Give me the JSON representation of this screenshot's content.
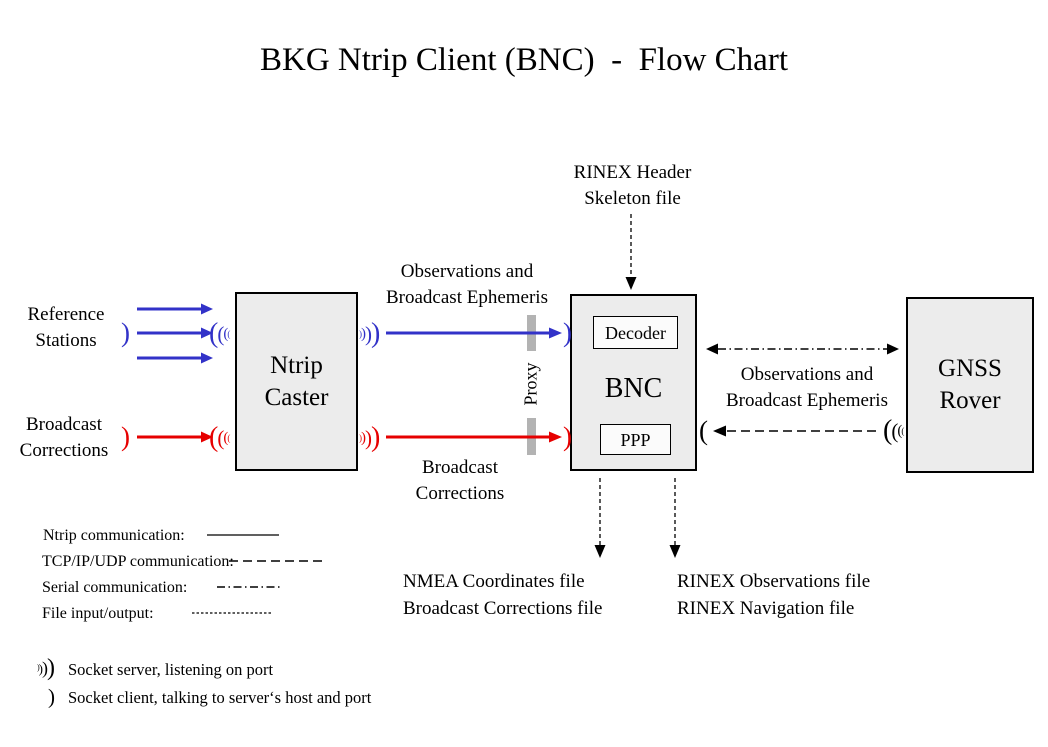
{
  "title": "BKG Ntrip Client (BNC)  -  Flow Chart",
  "colors": {
    "ntrip_blue": "#3232c8",
    "corrections_red": "#e60000",
    "box_fill": "#ececec",
    "proxy_bar": "#b3b3b3"
  },
  "nodes": {
    "ntrip_caster": [
      "Ntrip",
      "Caster"
    ],
    "bnc": "BNC",
    "decoder": "Decoder",
    "ppp": "PPP",
    "gnss_rover": [
      "GNSS",
      "Rover"
    ]
  },
  "inputs": {
    "reference_stations": [
      "Reference",
      "Stations"
    ],
    "broadcast_corrections": [
      "Broadcast",
      "Corrections"
    ]
  },
  "flows": {
    "caster_to_bnc": [
      "Observations and",
      "Broadcast Ephemeris"
    ],
    "caster_to_bnc_corrections": [
      "Broadcast",
      "Corrections"
    ],
    "rover_to_bnc": [
      "Observations and",
      "Broadcast Ephemeris"
    ],
    "proxy": "Proxy",
    "rinex_skeleton": [
      "RINEX Header",
      "Skeleton file"
    ]
  },
  "outputs": {
    "left": [
      "NMEA Coordinates file",
      "Broadcast Corrections file"
    ],
    "right": [
      "RINEX Observations file",
      "RINEX Navigation file"
    ]
  },
  "legend": {
    "line_types": [
      {
        "label": "Ntrip communication:",
        "style": "solid"
      },
      {
        "label": "TCP/IP/UDP communication:",
        "style": "dashed"
      },
      {
        "label": "Serial communication:",
        "style": "dashdot"
      },
      {
        "label": "File input/output:",
        "style": "dotted"
      }
    ],
    "socket_server": "Socket server, listening on port",
    "socket_client": "Socket client, talking to server‘s host and port"
  }
}
